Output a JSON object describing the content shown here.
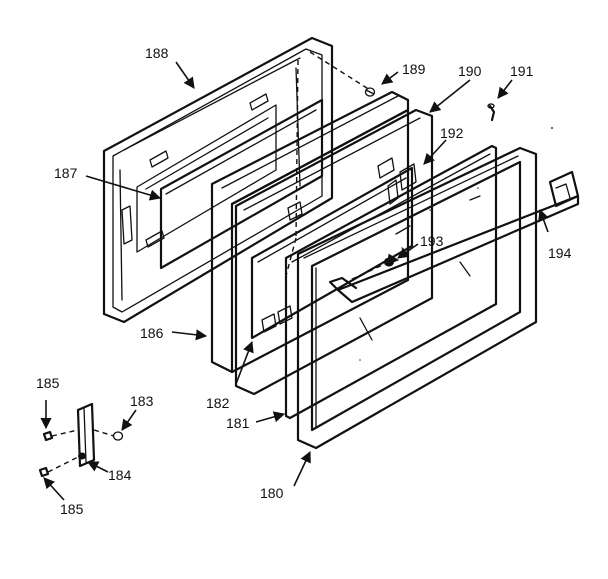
{
  "labels": {
    "p180": "180",
    "p181": "181",
    "p182": "182",
    "p183": "183",
    "p184": "184",
    "p185a": "185",
    "p185b": "185",
    "p186": "186",
    "p187": "187",
    "p188": "188",
    "p189": "189",
    "p190": "190",
    "p191": "191",
    "p192": "192",
    "p193": "193",
    "p194": "194"
  }
}
